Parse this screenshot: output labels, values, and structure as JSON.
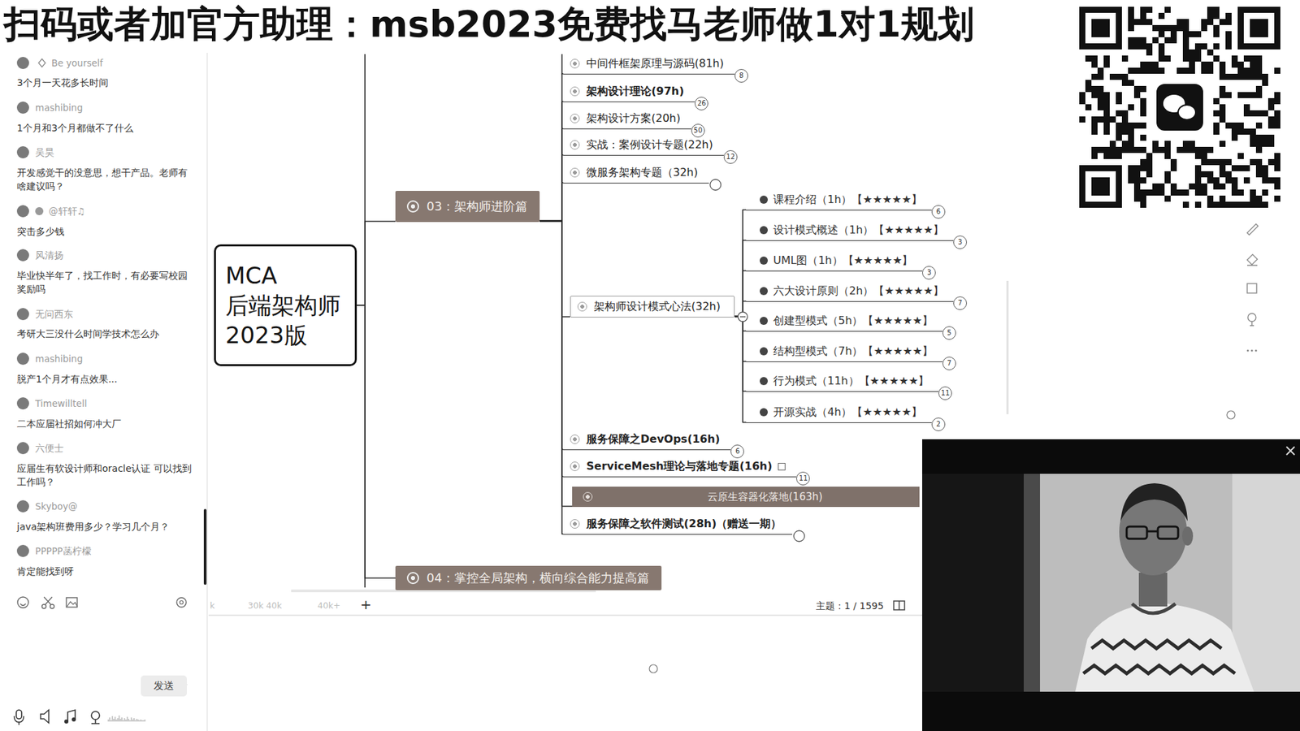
{
  "diagram": {
    "title": "扫码或者加官方助理：msb2023免费找马老师做1对1规划",
    "nodes": [
      {
        "text": [
          "MCA 后端架构师 2023版"
        ]
      },
      {
        "text": [
          "03：架构师进阶篇"
        ]
      },
      {
        "text": [
          "中间件框架原理与源码(81h)"
        ]
      },
      {
        "text": [
          "架构设计理论(97h)"
        ]
      },
      {
        "text": [
          "架构设计方案(20h)"
        ]
      },
      {
        "text": [
          "实战：案例设计专题(22h)"
        ]
      },
      {
        "text": [
          "微服务架构专题（32h)"
        ]
      },
      {
        "text": [
          "架构师设计模式心法(32h)"
        ]
      },
      {
        "text": [
          "课程介绍（1h）【★★★★★】"
        ]
      },
      {
        "text": [
          "设计模式概述（1h）【★★★★★】"
        ]
      },
      {
        "text": [
          "UML图（1h）【★★★★★】"
        ]
      },
      {
        "text": [
          "六大设计原则（2h）【★★★★★】"
        ]
      },
      {
        "text": [
          "创建型模式（5h）【★★★★★】"
        ]
      },
      {
        "text": [
          "结构型模式（7h）【★★★★★】"
        ]
      },
      {
        "text": [
          "行为模式（11h）【★★★★★】"
        ]
      },
      {
        "text": [
          "开源实战（4h）【★★★★★】"
        ]
      },
      {
        "text": [
          "服务保障之DevOps(16h)"
        ]
      },
      {
        "text": [
          "ServiceMesh理论与落地专题(16h)"
        ]
      },
      {
        "text": [
          "云原生容器化落地(163h)"
        ]
      },
      {
        "text": [
          "服务保障之软件测试(28h)（赠送一期）"
        ]
      },
      {
        "text": [
          "04：掌控全局架构，横向综合能力提高篇"
        ]
      },
      {
        "text": [
          "发送"
        ]
      }
    ],
    "edges": [
      {
        "from": 0,
        "to": 1,
        "arrow": "none"
      },
      {
        "from": 0,
        "to": 20,
        "arrow": "none"
      },
      {
        "from": 1,
        "to": 2,
        "arrow": "none"
      },
      {
        "from": 1,
        "to": 3,
        "arrow": "none"
      },
      {
        "from": 1,
        "to": 4,
        "arrow": "none"
      },
      {
        "from": 1,
        "to": 5,
        "arrow": "none"
      },
      {
        "from": 1,
        "to": 6,
        "arrow": "none"
      },
      {
        "from": 1,
        "to": 7,
        "arrow": "none"
      },
      {
        "from": 1,
        "to": 16,
        "arrow": "none"
      },
      {
        "from": 1,
        "to": 17,
        "arrow": "none"
      },
      {
        "from": 1,
        "to": 18,
        "arrow": "none"
      },
      {
        "from": 1,
        "to": 19,
        "arrow": "none"
      },
      {
        "from": 7,
        "to": 8,
        "arrow": "none"
      },
      {
        "from": 7,
        "to": 9,
        "arrow": "none"
      },
      {
        "from": 7,
        "to": 10,
        "arrow": "none"
      },
      {
        "from": 7,
        "to": 11,
        "arrow": "none"
      },
      {
        "from": 7,
        "to": 12,
        "arrow": "none"
      },
      {
        "from": 7,
        "to": 13,
        "arrow": "none"
      },
      {
        "from": 7,
        "to": 14,
        "arrow": "none"
      },
      {
        "from": 7,
        "to": 15,
        "arrow": "none"
      }
    ],
    "labels": [
      "Be yourself",
      "3个月一天花多长时间",
      "mashibing",
      "1个月和3个月都做不了什么",
      "吴昊",
      "开发感觉干的没意思，想干产品。老师有啥建议吗？",
      "@轩轩♫",
      "突击多少钱",
      "风清扬",
      "毕业快半年了，找工作时，有必要写校园奖励吗",
      "无问西东",
      "考研大三没什么时间学技术怎么办",
      "mashibing",
      "脱产1个月才有点效果...",
      "Timewilltell",
      "二本应届社招如何冲大厂",
      "六便士",
      "应届生有软设计师和oracle认证 可以找到工作吗？",
      "Skyboy@",
      "java架构班费用多少？学习几个月？",
      "PPPPP菡柠檬",
      "肯定能找到呀",
      "8",
      "26",
      "50",
      "12",
      "6",
      "3",
      "3",
      "7",
      "5",
      "7",
      "11",
      "2",
      "6",
      "11",
      "k",
      "30k 40k",
      "40k+",
      "+",
      "主题：1 / 1595"
    ]
  }
}
